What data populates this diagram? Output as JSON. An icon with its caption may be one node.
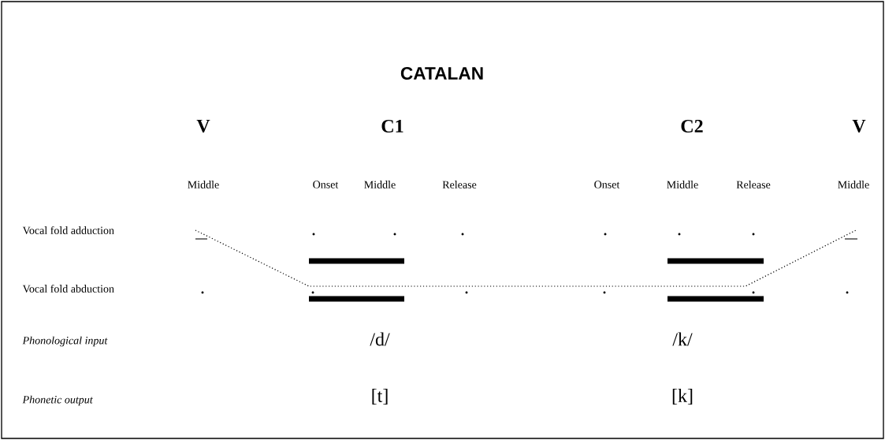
{
  "diagram": {
    "title": "CATALAN",
    "labels": [
      "V",
      "C1",
      "C2",
      "V",
      "Middle",
      "Onset",
      "Middle",
      "Release",
      "Onset",
      "Middle",
      "Release",
      "Middle",
      "Vocal fold adduction",
      "Vocal fold abduction",
      "Phonological input",
      "/d/",
      "/k/",
      "Phonetic output",
      "[t]",
      "[k]"
    ]
  }
}
